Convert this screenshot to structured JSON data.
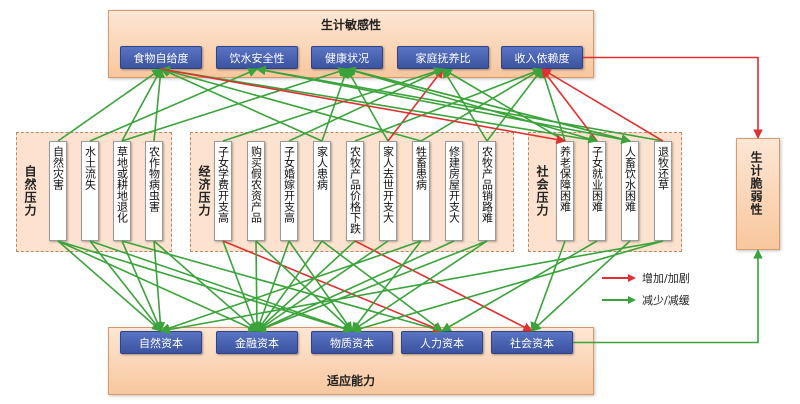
{
  "top_panel": {
    "title": "生计敏感性"
  },
  "bottom_panel": {
    "title": "适应能力"
  },
  "vulnerability": {
    "label": "生计脆弱性"
  },
  "sensitivity_nodes": [
    "食物自给度",
    "饮水安全性",
    "健康状况",
    "家庭抚养比",
    "收入依赖度"
  ],
  "capital_nodes": [
    "自然资本",
    "金融资本",
    "物质资本",
    "人力资本",
    "社会资本"
  ],
  "groups": {
    "natural": {
      "label": "自然压力",
      "factors": [
        "自然灾害",
        "水土流失",
        "草地或耕地退化",
        "农作物病虫害"
      ]
    },
    "economic": {
      "label": "经济压力",
      "factors": [
        "子女学费开支高",
        "购买假农资产品",
        "子女婚嫁开支高",
        "家人患病",
        "农牧产品价格下跌",
        "家人去世开支大",
        "牲畜患病",
        "修建房屋开支大",
        "农牧产品销路难"
      ]
    },
    "social": {
      "label": "社会压力",
      "factors": [
        "养老保障困难",
        "子女就业困难",
        "人畜饮水困难",
        "退牧还草"
      ]
    }
  },
  "legend": {
    "increase": {
      "label": "增加/加剧",
      "color": "#e03030"
    },
    "decrease": {
      "label": "减少/减缓",
      "color": "#3aa33a"
    }
  },
  "colors": {
    "node": "#4a63b3",
    "panel": "#f9cfae",
    "increase": "#e03030",
    "decrease": "#3aa33a"
  },
  "links": [
    {
      "from": "f0",
      "to": "t0",
      "type": "decrease"
    },
    {
      "from": "f2",
      "to": "t0",
      "type": "decrease"
    },
    {
      "from": "f3",
      "to": "t0",
      "type": "decrease"
    },
    {
      "from": "f7",
      "to": "t0",
      "type": "decrease"
    },
    {
      "from": "f10",
      "to": "t0",
      "type": "decrease"
    },
    {
      "from": "f14",
      "to": "t0",
      "type": "decrease"
    },
    {
      "from": "f1",
      "to": "t1",
      "type": "decrease"
    },
    {
      "from": "f16",
      "to": "t1",
      "type": "decrease"
    },
    {
      "from": "f2",
      "to": "t2",
      "type": "decrease"
    },
    {
      "from": "f7",
      "to": "t2",
      "type": "decrease"
    },
    {
      "from": "f9",
      "to": "t2",
      "type": "decrease"
    },
    {
      "from": "f15",
      "to": "t2",
      "type": "decrease"
    },
    {
      "from": "f9",
      "to": "t3",
      "type": "increase"
    },
    {
      "from": "f4",
      "to": "t3",
      "type": "decrease"
    },
    {
      "from": "f6",
      "to": "t3",
      "type": "decrease"
    },
    {
      "from": "f12",
      "to": "t3",
      "type": "decrease"
    },
    {
      "from": "f13",
      "to": "t3",
      "type": "decrease"
    },
    {
      "from": "f12",
      "to": "t4",
      "type": "decrease"
    },
    {
      "from": "f8",
      "to": "t4",
      "type": "decrease"
    },
    {
      "from": "f10",
      "to": "t4",
      "type": "decrease"
    },
    {
      "from": "f13",
      "to": "t4",
      "type": "decrease"
    },
    {
      "from": "f14",
      "to": "t4",
      "type": "increase"
    },
    {
      "from": "f16",
      "to": "t4",
      "type": "increase"
    },
    {
      "from": "t1",
      "to": "f15",
      "type": "decrease"
    },
    {
      "from": "t2",
      "to": "f15",
      "type": "decrease"
    },
    {
      "from": "t2",
      "to": "f14",
      "type": "decrease"
    },
    {
      "from": "t0",
      "to": "f13",
      "type": "increase"
    },
    {
      "from": "f0",
      "to": "b0",
      "type": "decrease"
    },
    {
      "from": "f0",
      "to": "b1",
      "type": "decrease"
    },
    {
      "from": "f0",
      "to": "b2",
      "type": "decrease"
    },
    {
      "from": "f1",
      "to": "b0",
      "type": "decrease"
    },
    {
      "from": "f1",
      "to": "b2",
      "type": "decrease"
    },
    {
      "from": "f2",
      "to": "b0",
      "type": "decrease"
    },
    {
      "from": "f2",
      "to": "b3",
      "type": "decrease"
    },
    {
      "from": "f3",
      "to": "b1",
      "type": "decrease"
    },
    {
      "from": "f3",
      "to": "b0",
      "type": "decrease"
    },
    {
      "from": "f4",
      "to": "b1",
      "type": "decrease"
    },
    {
      "from": "f4",
      "to": "b3",
      "type": "increase"
    },
    {
      "from": "f5",
      "to": "b1",
      "type": "decrease"
    },
    {
      "from": "f5",
      "to": "b2",
      "type": "decrease"
    },
    {
      "from": "f6",
      "to": "b1",
      "type": "decrease"
    },
    {
      "from": "f6",
      "to": "b2",
      "type": "decrease"
    },
    {
      "from": "f7",
      "to": "b1",
      "type": "decrease"
    },
    {
      "from": "f7",
      "to": "b3",
      "type": "decrease"
    },
    {
      "from": "f8",
      "to": "b1",
      "type": "decrease"
    },
    {
      "from": "f8",
      "to": "b4",
      "type": "increase"
    },
    {
      "from": "f9",
      "to": "b1",
      "type": "decrease"
    },
    {
      "from": "f10",
      "to": "b0",
      "type": "decrease"
    },
    {
      "from": "f10",
      "to": "b2",
      "type": "decrease"
    },
    {
      "from": "f11",
      "to": "b1",
      "type": "decrease"
    },
    {
      "from": "f12",
      "to": "b1",
      "type": "decrease"
    },
    {
      "from": "f12",
      "to": "b2",
      "type": "decrease"
    },
    {
      "from": "f13",
      "to": "b4",
      "type": "decrease"
    },
    {
      "from": "f14",
      "to": "b3",
      "type": "decrease"
    },
    {
      "from": "f15",
      "to": "b4",
      "type": "decrease"
    },
    {
      "from": "f16",
      "to": "b2",
      "type": "decrease"
    },
    {
      "from": "f16",
      "to": "b0",
      "type": "decrease"
    },
    {
      "from": "t4",
      "to": "vuln",
      "type": "increase"
    },
    {
      "from": "b4",
      "to": "vuln",
      "type": "decrease"
    }
  ]
}
